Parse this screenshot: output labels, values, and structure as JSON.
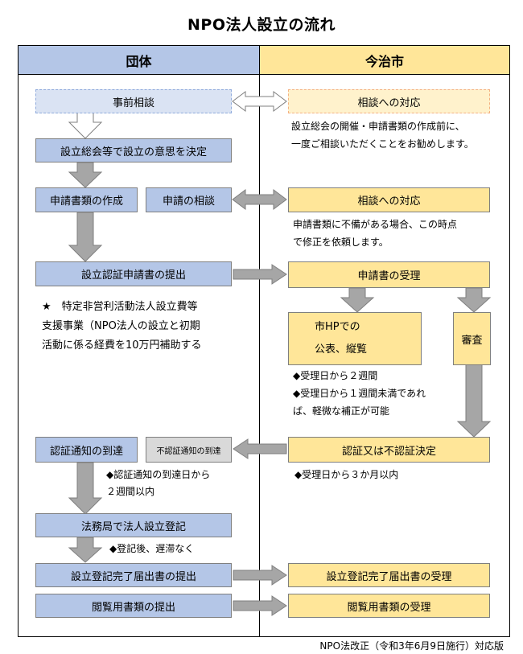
{
  "title": "NPO法人設立の流れ",
  "headers": {
    "left": "団体",
    "right": "今治市"
  },
  "left": {
    "pre_consult": "事前相談",
    "decide": "設立総会等で設立の意思を決定",
    "create_docs": "申請書類の作成",
    "app_consult": "申請の相談",
    "submit": "設立認証申請書の提出",
    "subsidy_note": [
      "★　特定非営利活動法人設立費等",
      "支援事業（NPO法人の設立と初期",
      "活動に係る経費を10万円補助する"
    ],
    "notice_arrival": "認証通知の到達",
    "non_cert_notice": "不認証通知の到達",
    "notice_note": [
      "◆認証通知の到達日から",
      "２週間以内"
    ],
    "registration": "法務局で法人設立登記",
    "reg_note": "◆登記後、遅滞なく",
    "completion_submit": "設立登記完了届出書の提出",
    "inspection_submit": "閲覧用書類の提出"
  },
  "right": {
    "consult_response_1": "相談への対応",
    "consult_note": [
      "設立総会の開催・申請書類の作成前に、",
      "一度ご相談いただくことをお勧めします。"
    ],
    "consult_response_2": "相談への対応",
    "deficiency_note": [
      "申請書類に不備がある場合、この時点",
      "で修正を依頼します。"
    ],
    "accept": "申請書の受理",
    "publication": [
      "市HPでの",
      "公表、縦覧"
    ],
    "review": "審査",
    "period_note": [
      "◆受理日から２週間",
      "◆受理日から１週間未満であれ",
      "ば、軽微な補正が可能"
    ],
    "decision": "認証又は不認証決定",
    "decision_note": "◆受理日から３か月以内",
    "completion_accept": "設立登記完了届出書の受理",
    "inspection_accept": "閲覧用書類の受理"
  },
  "footer": "NPO法改正（令和3年6月9日施行）対応版",
  "colors": {
    "blue": "#b4c6e7",
    "yellow": "#ffe699",
    "arrow_gray": "#a6a6a6"
  }
}
